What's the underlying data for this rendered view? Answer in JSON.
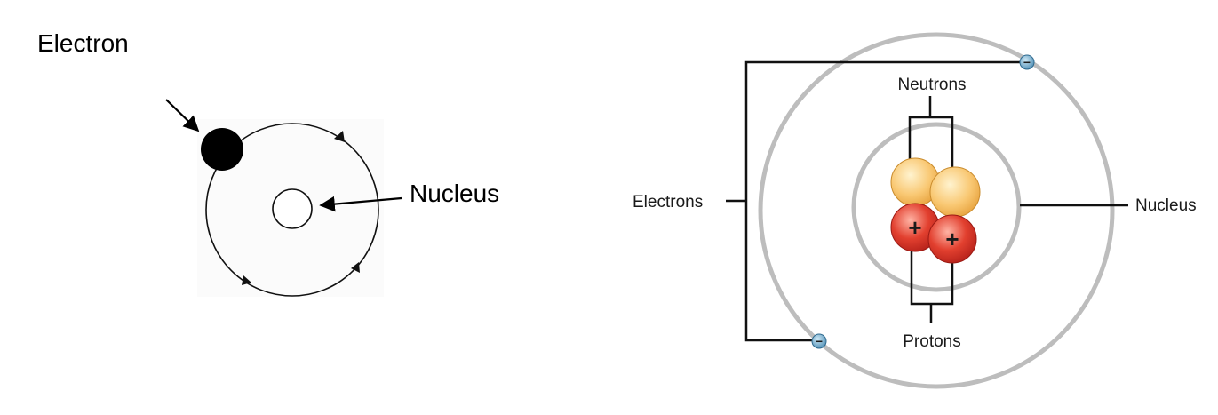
{
  "left_diagram": {
    "electron_label": "Electron",
    "nucleus_label": "Nucleus"
  },
  "right_diagram": {
    "electrons_label": "Electrons",
    "neutrons_label": "Neutrons",
    "nucleus_label": "Nucleus",
    "protons_label": "Protons",
    "proton_sign": "+",
    "electron_sign": "−"
  },
  "colors": {
    "orbit_gray": "#bdbdbd",
    "neutron": "#f7c16b",
    "proton": "#e0382b",
    "electron": "#5f9fc4",
    "line": "#111111"
  }
}
